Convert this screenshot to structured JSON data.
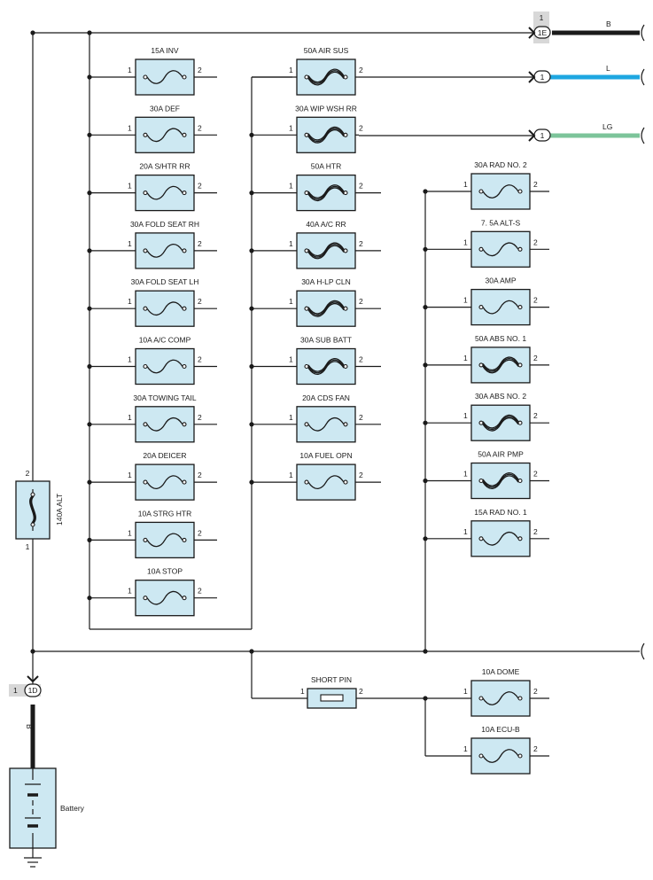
{
  "pin_in": "1",
  "pin_out": "2",
  "col1": [
    {
      "label": "15A INV",
      "type": "mini"
    },
    {
      "label": "30A DEF",
      "type": "mini"
    },
    {
      "label": "20A S/HTR RR",
      "type": "mini"
    },
    {
      "label": "30A FOLD SEAT RH",
      "type": "mini"
    },
    {
      "label": "30A FOLD SEAT LH",
      "type": "mini"
    },
    {
      "label": "10A A/C COMP",
      "type": "mini"
    },
    {
      "label": "30A TOWING TAIL",
      "type": "mini"
    },
    {
      "label": "20A DEICER",
      "type": "mini"
    },
    {
      "label": "10A STRG HTR",
      "type": "mini"
    },
    {
      "label": "10A STOP",
      "type": "mini"
    }
  ],
  "col2": [
    {
      "label": "50A AIR SUS",
      "type": "fusible"
    },
    {
      "label": "30A WIP WSH RR",
      "type": "fusible"
    },
    {
      "label": "50A HTR",
      "type": "fusible"
    },
    {
      "label": "40A A/C RR",
      "type": "fusible"
    },
    {
      "label": "30A H-LP CLN",
      "type": "fusible"
    },
    {
      "label": "30A SUB BATT",
      "type": "fusible"
    },
    {
      "label": "20A CDS FAN",
      "type": "mini"
    },
    {
      "label": "10A FUEL OPN",
      "type": "mini"
    }
  ],
  "col3": [
    {
      "label": "30A RAD NO. 2",
      "type": "mini"
    },
    {
      "label": "7. 5A ALT-S",
      "type": "mini"
    },
    {
      "label": "30A AMP",
      "type": "mini"
    },
    {
      "label": "50A ABS NO. 1",
      "type": "fusible"
    },
    {
      "label": "30A ABS NO. 2",
      "type": "fusible"
    },
    {
      "label": "50A AIR PMP",
      "type": "fusible"
    },
    {
      "label": "15A RAD NO. 1",
      "type": "mini"
    }
  ],
  "bottom": [
    {
      "label": "10A DOME",
      "type": "mini"
    },
    {
      "label": "10A ECU-B",
      "type": "mini"
    }
  ],
  "short_pin": {
    "label": "SHORT PIN",
    "type": "pin"
  },
  "alt_fuse": {
    "label": "140A ALT",
    "pin_top": "2",
    "pin_bottom": "1"
  },
  "connectors": [
    {
      "code": "1E",
      "pin": "1",
      "wire": "B",
      "color": "#1a1a1a"
    },
    {
      "code": "1",
      "pin": "",
      "wire": "L",
      "color": "#1ea7e1"
    },
    {
      "code": "1",
      "pin": "",
      "wire": "LG",
      "color": "#7cc49a"
    }
  ],
  "battery_connector": {
    "code": "1D",
    "pin": "1",
    "wire": "B"
  },
  "battery_label": "Battery"
}
